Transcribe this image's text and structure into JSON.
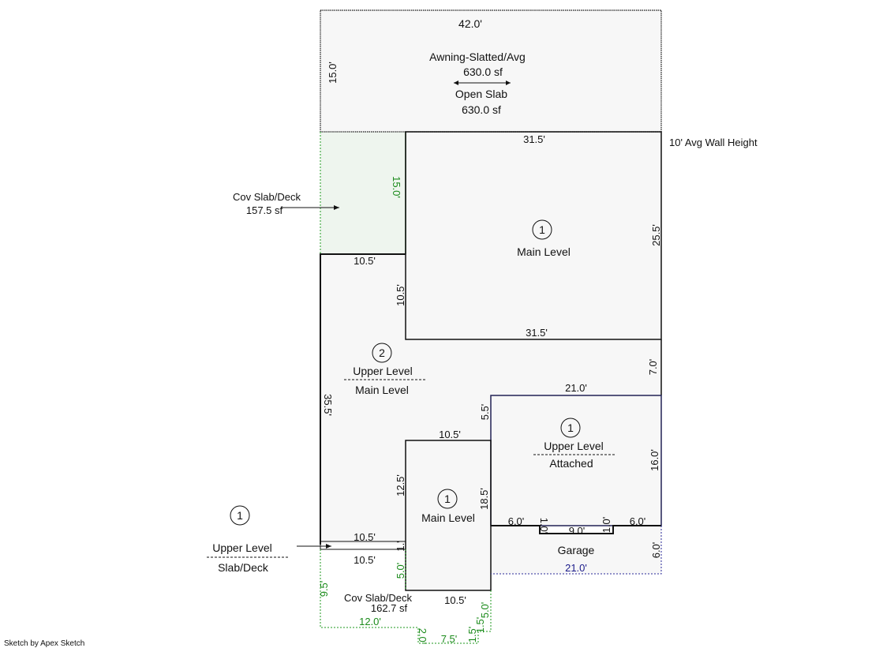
{
  "colors": {
    "outline": "#111111",
    "fill": "#f7f7f7",
    "deck_green": "#1f9a1f",
    "garage_blue": "#2a2a9a",
    "dark_green": "#1f5a1f"
  },
  "awning": {
    "width": "42.0'",
    "depth": "15.0'",
    "label1": "Awning-Slatted/Avg",
    "area1": "630.0 sf",
    "label2": "Open Slab",
    "area2": "630.0 sf"
  },
  "wall_height": "10' Avg Wall Height",
  "cov_slab_top": {
    "label": "Cov Slab/Deck",
    "area": "157.5 sf",
    "depth": "15.0'"
  },
  "main_level_upper": {
    "circle": "1",
    "label": "Main Level",
    "top": "31.5'",
    "right": "25.5'",
    "bottom": "31.5'",
    "left": "10.5'",
    "left_top": "10.5'"
  },
  "upper_main": {
    "circle": "2",
    "label_top": "Upper Level",
    "label_bottom": "Main Level",
    "left": "35.5'",
    "right_gap": "7.0'"
  },
  "garage_upper": {
    "circle": "1",
    "label_top": "Upper Level",
    "label_bottom": "Attached",
    "top": "21.0'",
    "left": "5.5'",
    "right": "16.0'"
  },
  "main_level_lower": {
    "circle": "1",
    "label": "Main Level",
    "top": "10.5'",
    "left": "12.5'",
    "right": "18.5'",
    "bottom": "10.5'",
    "step": "1.'"
  },
  "garage": {
    "label": "Garage",
    "width": "21.0'",
    "seg1": "6.0'",
    "seg2": "1.0'",
    "seg3": "9.0'",
    "seg4": "1.0'",
    "seg5": "6.0'",
    "right": "6.0'"
  },
  "upper_slab": {
    "circle": "1",
    "label_top": "Upper Level",
    "label_bottom": "Slab/Deck",
    "dim_top": "10.5'",
    "dim_bottom": "10.5'"
  },
  "cov_slab_bottom": {
    "label": "Cov Slab/Deck",
    "area": "162.7 sf",
    "left": "9.5'",
    "bottom": "12.0'",
    "step_a": "2.0'",
    "step_b": "7.5'",
    "step_c": "1.5'",
    "step_d": "1.5'",
    "right": "5.0'",
    "inner": "5.0'"
  },
  "credit": "Sketch by Apex Sketch"
}
